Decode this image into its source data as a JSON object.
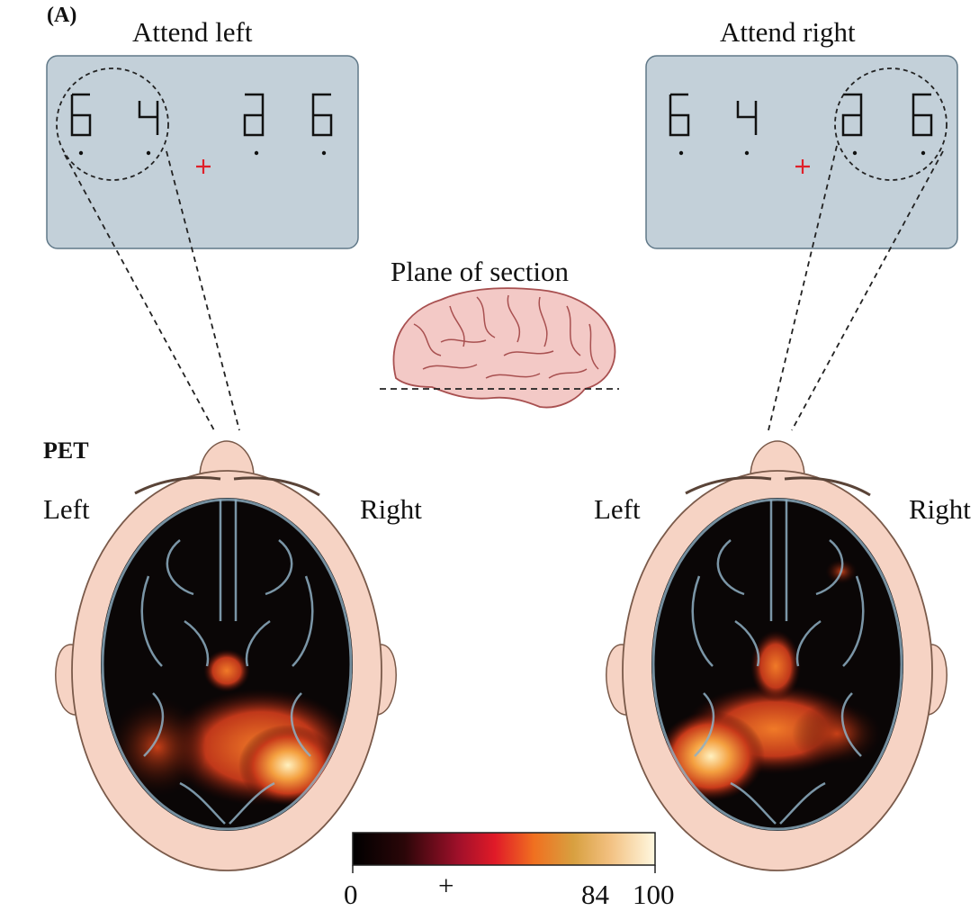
{
  "panel_label": "(A)",
  "left_condition": {
    "title": "Attend left",
    "digits": [
      "6",
      "4",
      "2",
      "6"
    ]
  },
  "right_condition": {
    "title": "Attend right",
    "digits": [
      "6",
      "4",
      "2",
      "6"
    ]
  },
  "plane_label": "Plane of section",
  "pet_label": "PET",
  "left_head": {
    "side_left": "Left",
    "side_right": "Right"
  },
  "right_head": {
    "side_left": "Left",
    "side_right": "Right"
  },
  "colorbar": {
    "ticks": [
      "0",
      "+",
      "84",
      "100"
    ],
    "colors": [
      "#000000",
      "#2a0608",
      "#a0102a",
      "#e01a28",
      "#f07020",
      "#d8a040",
      "#fff8e0"
    ]
  },
  "colors": {
    "screen_fill": "#c3d0d9",
    "fixation_cross": "#e0202a",
    "skin": "#f6d3c4",
    "skin_outline": "#7a5a4a",
    "brain_fill": "#f3c9c6",
    "brain_outline": "#a85050"
  }
}
